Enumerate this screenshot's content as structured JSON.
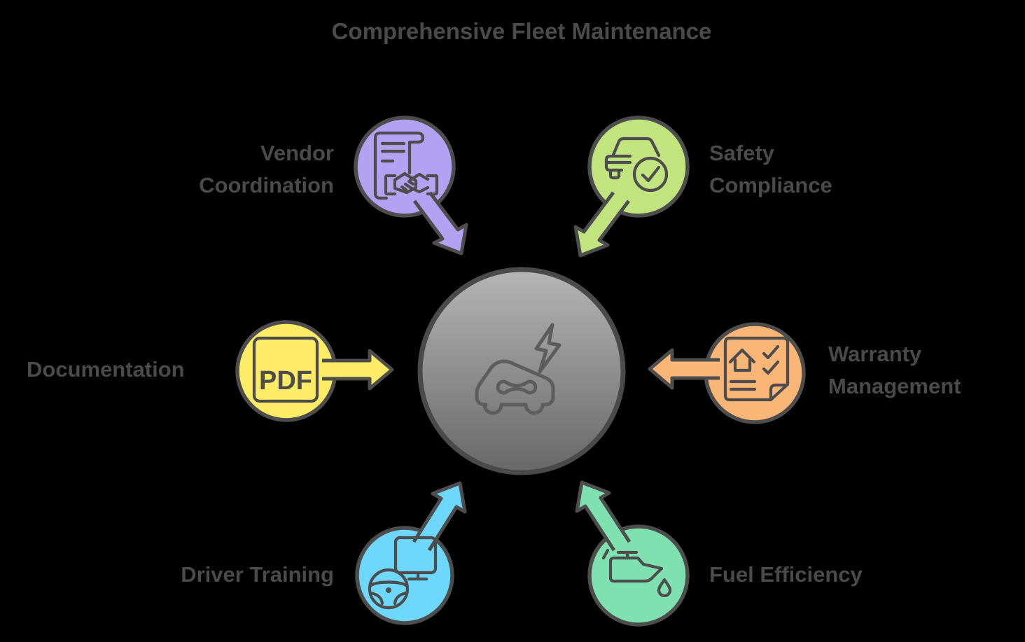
{
  "title": "Comprehensive Fleet Maintenance",
  "hub": {
    "icon": "car-service-icon",
    "gradient_top": "#b5b5b5",
    "gradient_bottom": "#686868"
  },
  "nodes": [
    {
      "id": "vendor-coordination",
      "label": "Vendor\nCoordination",
      "color": "#b3a1f2",
      "icon": "contract-handshake-icon",
      "position": "top-left"
    },
    {
      "id": "safety-compliance",
      "label": "Safety\nCompliance",
      "color": "#c2e47f",
      "icon": "car-check-icon",
      "position": "top-right"
    },
    {
      "id": "documentation",
      "label": "Documentation",
      "color": "#feec66",
      "icon": "pdf-icon",
      "pdf_text": "PDF",
      "position": "left"
    },
    {
      "id": "warranty-management",
      "label": "Warranty\nManagement",
      "color": "#f9b677",
      "icon": "warranty-document-icon",
      "position": "right"
    },
    {
      "id": "driver-training",
      "label": "Driver Training",
      "color": "#6dd8fb",
      "icon": "steering-wheel-monitor-icon",
      "position": "bottom-left"
    },
    {
      "id": "fuel-efficiency",
      "label": "Fuel Efficiency",
      "color": "#7fe1b0",
      "icon": "oil-can-icon",
      "position": "bottom-right"
    }
  ],
  "colors": {
    "background": "#000000",
    "outline": "#4d4d4d",
    "text": "#4a4a4a",
    "hub_stroke": "#4a4a4a",
    "hub_icon_stroke": "#5d5d5d"
  }
}
